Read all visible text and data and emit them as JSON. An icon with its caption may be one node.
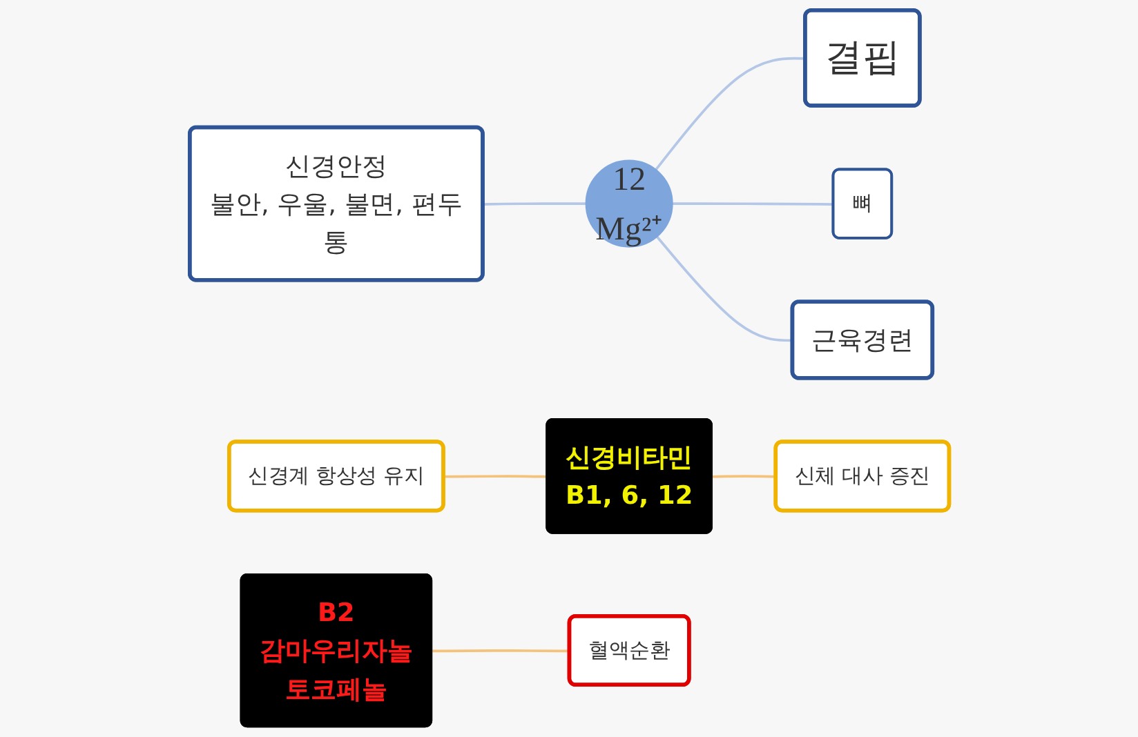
{
  "diagram": {
    "nodes": [
      {
        "text": [
          "결핍"
        ]
      },
      {
        "text": [
          "뼈"
        ]
      },
      {
        "text": [
          "신경안정",
          "불안, 우울, 불면, 편두통"
        ]
      },
      {
        "text": [
          "12",
          "Mg²⁺"
        ]
      },
      {
        "text": [
          "근육경련"
        ]
      },
      {
        "text": [
          "신경계 항상성 유지"
        ]
      },
      {
        "text": [
          "신경비타민",
          "B1, 6, 12"
        ]
      },
      {
        "text": [
          "신체 대사 증진"
        ]
      },
      {
        "text": [
          "혈액순환"
        ]
      },
      {
        "text": [
          "B2",
          "감마우리자놀",
          "토코페놀"
        ]
      }
    ],
    "edges": [
      {
        "from": 3,
        "to": 0,
        "arrow": "none"
      },
      {
        "from": 3,
        "to": 1,
        "arrow": "none"
      },
      {
        "from": 2,
        "to": 3,
        "arrow": "none"
      },
      {
        "from": 3,
        "to": 4,
        "arrow": "none"
      },
      {
        "from": 5,
        "to": 6,
        "arrow": "none",
        "color": "#f4c27a"
      },
      {
        "from": 6,
        "to": 7,
        "arrow": "none",
        "color": "#f4c27a"
      },
      {
        "from": 9,
        "to": 8,
        "arrow": "none",
        "color": "#f4c27a"
      }
    ]
  }
}
